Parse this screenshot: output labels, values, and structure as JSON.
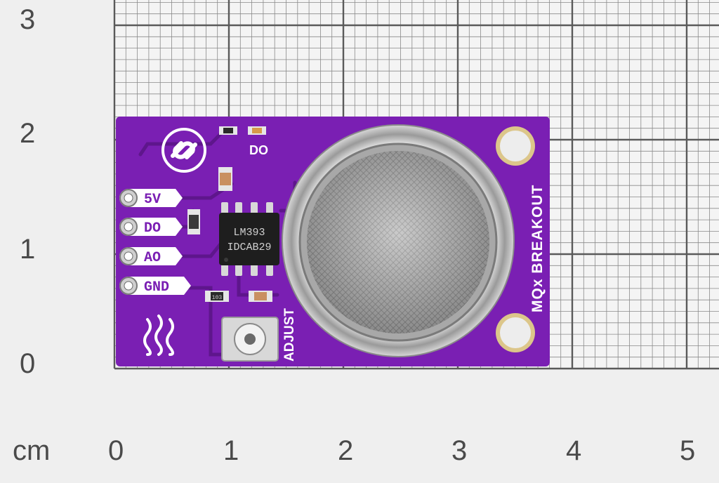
{
  "ruler": {
    "unit_label": "cm",
    "x_ticks": [
      "0",
      "1",
      "2",
      "3",
      "4",
      "5"
    ],
    "y_ticks": [
      "3",
      "2",
      "1",
      "0"
    ]
  },
  "board": {
    "title": "MQx BREAKOUT",
    "pins": [
      "5V",
      "DO",
      "AO",
      "GND"
    ],
    "ic_line1": "LM393",
    "ic_line2": "IDCAB29",
    "led_label": "DO",
    "pot_label": "ADJUST",
    "resistor_code": "103"
  },
  "colors": {
    "pcb": "#7a1fb3",
    "pcb_dark": "#5e168c",
    "grid_major": "#5a5a5a",
    "grid_minor": "#8a8a8a",
    "background": "#efefef",
    "silkscreen": "#ffffff",
    "metal": "#c9c9c9"
  }
}
